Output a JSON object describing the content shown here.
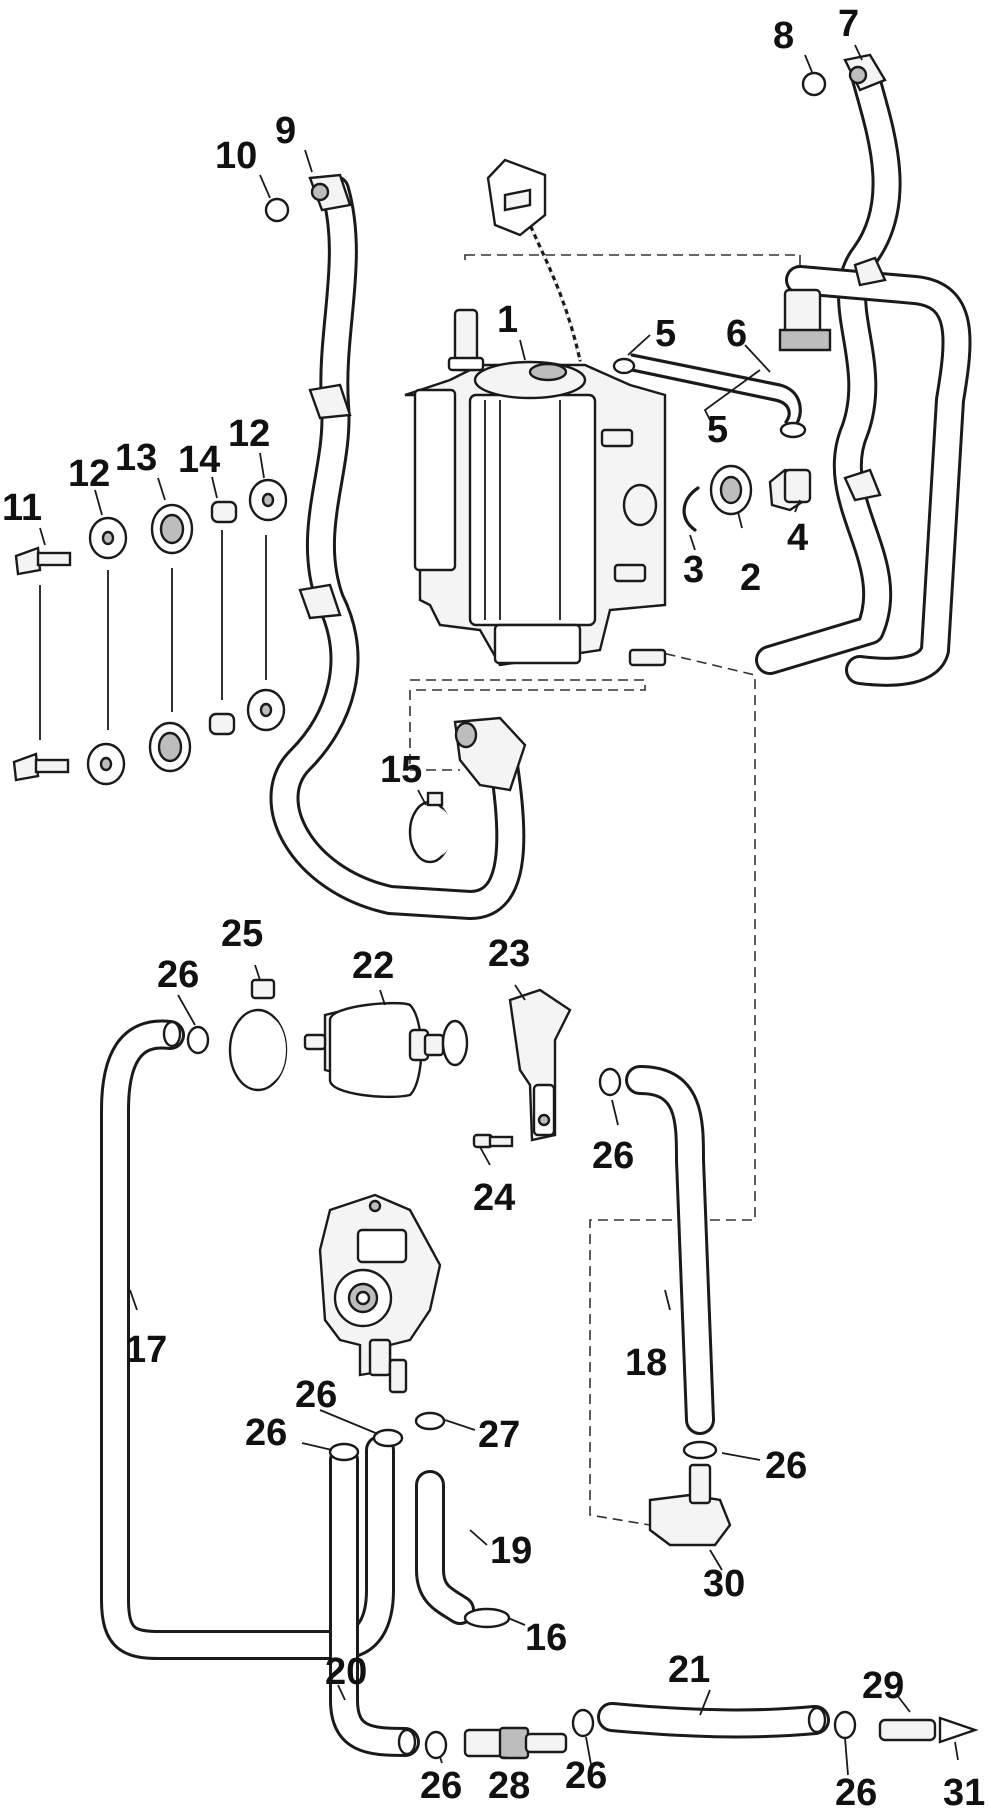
{
  "callouts": [
    {
      "id": "c1",
      "text": "1"
    },
    {
      "id": "c2",
      "text": "2"
    },
    {
      "id": "c3",
      "text": "3"
    },
    {
      "id": "c4",
      "text": "4"
    },
    {
      "id": "c5a",
      "text": "5"
    },
    {
      "id": "c5b",
      "text": "5"
    },
    {
      "id": "c6",
      "text": "6"
    },
    {
      "id": "c7",
      "text": "7"
    },
    {
      "id": "c8",
      "text": "8"
    },
    {
      "id": "c9",
      "text": "9"
    },
    {
      "id": "c10",
      "text": "10"
    },
    {
      "id": "c11",
      "text": "11"
    },
    {
      "id": "c12a",
      "text": "12"
    },
    {
      "id": "c12b",
      "text": "12"
    },
    {
      "id": "c13",
      "text": "13"
    },
    {
      "id": "c14",
      "text": "14"
    },
    {
      "id": "c15",
      "text": "15"
    },
    {
      "id": "c16",
      "text": "16"
    },
    {
      "id": "c17",
      "text": "17"
    },
    {
      "id": "c18",
      "text": "18"
    },
    {
      "id": "c19",
      "text": "19"
    },
    {
      "id": "c20",
      "text": "20"
    },
    {
      "id": "c21",
      "text": "21"
    },
    {
      "id": "c22",
      "text": "22"
    },
    {
      "id": "c23",
      "text": "23"
    },
    {
      "id": "c24",
      "text": "24"
    },
    {
      "id": "c25",
      "text": "25"
    },
    {
      "id": "c26a",
      "text": "26"
    },
    {
      "id": "c26b",
      "text": "26"
    },
    {
      "id": "c26c",
      "text": "26"
    },
    {
      "id": "c26d",
      "text": "26"
    },
    {
      "id": "c26e",
      "text": "26"
    },
    {
      "id": "c26f",
      "text": "26"
    },
    {
      "id": "c26g",
      "text": "26"
    },
    {
      "id": "c26h",
      "text": "26"
    },
    {
      "id": "c27",
      "text": "27"
    },
    {
      "id": "c28",
      "text": "28"
    },
    {
      "id": "c29",
      "text": "29"
    },
    {
      "id": "c30",
      "text": "30"
    },
    {
      "id": "c31",
      "text": "31"
    }
  ]
}
